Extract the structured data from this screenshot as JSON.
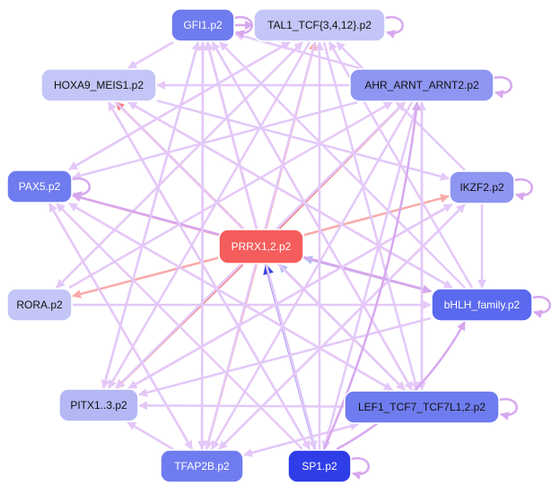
{
  "colors": {
    "pale_lilac": "#e4c8f8",
    "lilac": "#d7a8ef",
    "salmon": "#f9aaaa",
    "coral": "#f27f7f",
    "pale_blue": "#b2baf2",
    "blue": "#3844e6",
    "white_text": "#ffffff",
    "dark_text": "#111111"
  },
  "nodes": [
    {
      "id": "GFI1",
      "label": "GFI1.p2",
      "fill": "#6f7cef",
      "text": "#ffffff"
    },
    {
      "id": "TAL1",
      "label": "TAL1_TCF{3,4,12}.p2",
      "fill": "#c3c6f6",
      "text": "#111111"
    },
    {
      "id": "HOXA9",
      "label": "HOXA9_MEIS1.p2",
      "fill": "#c3c6f6",
      "text": "#111111"
    },
    {
      "id": "AHR",
      "label": "AHR_ARNT_ARNT2.p2",
      "fill": "#8e96f2",
      "text": "#111111"
    },
    {
      "id": "PAX5",
      "label": "PAX5.p2",
      "fill": "#6f7cef",
      "text": "#ffffff"
    },
    {
      "id": "IKZF2",
      "label": "IKZF2.p2",
      "fill": "#8e96f2",
      "text": "#111111"
    },
    {
      "id": "PRRX1",
      "label": "PRRX1,2.p2",
      "fill": "#f55c5c",
      "text": "#ffffff"
    },
    {
      "id": "RORA",
      "label": "RORA.p2",
      "fill": "#c3c6f6",
      "text": "#111111"
    },
    {
      "id": "BHLH",
      "label": "bHLH_family.p2",
      "fill": "#5a69ee",
      "text": "#ffffff"
    },
    {
      "id": "PITX1",
      "label": "PITX1..3.p2",
      "fill": "#b3b8f5",
      "text": "#111111"
    },
    {
      "id": "LEF1",
      "label": "LEF1_TCF7_TCF7L1,2.p2",
      "fill": "#6f7cef",
      "text": "#111111"
    },
    {
      "id": "TFAP2B",
      "label": "TFAP2B.p2",
      "fill": "#6f7cef",
      "text": "#ffffff"
    },
    {
      "id": "SP1",
      "label": "SP1.p2",
      "fill": "#2f3de8",
      "text": "#ffffff"
    }
  ],
  "self_loops": [
    "GFI1",
    "TAL1",
    "AHR",
    "PAX5",
    "IKZF2",
    "BHLH",
    "LEF1",
    "SP1"
  ],
  "edges": [
    {
      "from": "PRRX1",
      "to": "GFI1",
      "color": "salmon"
    },
    {
      "from": "PRRX1",
      "to": "TAL1",
      "color": "salmon"
    },
    {
      "from": "PRRX1",
      "to": "HOXA9",
      "color": "coral"
    },
    {
      "from": "PRRX1",
      "to": "AHR",
      "color": "coral"
    },
    {
      "from": "PRRX1",
      "to": "PAX5",
      "color": "salmon"
    },
    {
      "from": "PRRX1",
      "to": "IKZF2",
      "color": "salmon"
    },
    {
      "from": "PRRX1",
      "to": "RORA",
      "color": "salmon"
    },
    {
      "from": "PRRX1",
      "to": "BHLH",
      "color": "coral"
    },
    {
      "from": "PRRX1",
      "to": "PITX1",
      "color": "coral"
    },
    {
      "from": "PRRX1",
      "to": "LEF1",
      "color": "salmon"
    },
    {
      "from": "PRRX1",
      "to": "TFAP2B",
      "color": "salmon"
    },
    {
      "from": "SP1",
      "to": "PRRX1",
      "color": "blue",
      "width": 3
    },
    {
      "from": "LEF1",
      "to": "PRRX1",
      "color": "pale_blue"
    },
    {
      "from": "BHLH",
      "to": "PRRX1",
      "color": "pale_blue"
    },
    {
      "from": "GFI1",
      "to": "TAL1",
      "color": "lilac"
    },
    {
      "from": "GFI1",
      "to": "HOXA9",
      "color": "pale_lilac"
    },
    {
      "from": "GFI1",
      "to": "PITX1",
      "color": "pale_lilac"
    },
    {
      "from": "GFI1",
      "to": "TFAP2B",
      "color": "pale_lilac"
    },
    {
      "from": "GFI1",
      "to": "SP1",
      "color": "pale_lilac"
    },
    {
      "from": "GFI1",
      "to": "LEF1",
      "color": "pale_lilac"
    },
    {
      "from": "TAL1",
      "to": "PAX5",
      "color": "pale_lilac"
    },
    {
      "from": "TAL1",
      "to": "PITX1",
      "color": "pale_lilac"
    },
    {
      "from": "TAL1",
      "to": "LEF1",
      "color": "pale_lilac"
    },
    {
      "from": "TAL1",
      "to": "TFAP2B",
      "color": "pale_lilac"
    },
    {
      "from": "TAL1",
      "to": "RORA",
      "color": "pale_lilac"
    },
    {
      "from": "HOXA9",
      "to": "IKZF2",
      "color": "pale_lilac"
    },
    {
      "from": "HOXA9",
      "to": "BHLH",
      "color": "pale_lilac"
    },
    {
      "from": "HOXA9",
      "to": "LEF1",
      "color": "pale_lilac"
    },
    {
      "from": "HOXA9",
      "to": "SP1",
      "color": "pale_lilac"
    },
    {
      "from": "AHR",
      "to": "GFI1",
      "color": "pale_lilac"
    },
    {
      "from": "AHR",
      "to": "PAX5",
      "color": "pale_lilac"
    },
    {
      "from": "AHR",
      "to": "PITX1",
      "color": "pale_lilac"
    },
    {
      "from": "AHR",
      "to": "LEF1",
      "color": "pale_lilac"
    },
    {
      "from": "AHR",
      "to": "TFAP2B",
      "color": "pale_lilac"
    },
    {
      "from": "AHR",
      "to": "SP1",
      "color": "pale_lilac"
    },
    {
      "from": "AHR",
      "to": "HOXA9",
      "color": "pale_lilac"
    },
    {
      "from": "PAX5",
      "to": "BHLH",
      "color": "lilac"
    },
    {
      "from": "PAX5",
      "to": "TAL1",
      "color": "pale_lilac"
    },
    {
      "from": "PAX5",
      "to": "LEF1",
      "color": "pale_lilac"
    },
    {
      "from": "PAX5",
      "to": "TFAP2B",
      "color": "pale_lilac"
    },
    {
      "from": "IKZF2",
      "to": "PITX1",
      "color": "pale_lilac"
    },
    {
      "from": "IKZF2",
      "to": "TAL1",
      "color": "pale_lilac"
    },
    {
      "from": "IKZF2",
      "to": "TFAP2B",
      "color": "pale_lilac"
    },
    {
      "from": "IKZF2",
      "to": "BHLH",
      "color": "pale_lilac"
    },
    {
      "from": "RORA",
      "to": "BHLH",
      "color": "pale_lilac"
    },
    {
      "from": "RORA",
      "to": "AHR",
      "color": "pale_lilac"
    },
    {
      "from": "RORA",
      "to": "TAL1",
      "color": "pale_lilac"
    },
    {
      "from": "BHLH",
      "to": "PAX5",
      "color": "lilac"
    },
    {
      "from": "BHLH",
      "to": "HOXA9",
      "color": "pale_lilac"
    },
    {
      "from": "BHLH",
      "to": "TAL1",
      "color": "pale_lilac"
    },
    {
      "from": "BHLH",
      "to": "PITX1",
      "color": "pale_lilac"
    },
    {
      "from": "BHLH",
      "to": "GFI1",
      "color": "pale_lilac"
    },
    {
      "from": "PITX1",
      "to": "AHR",
      "color": "pale_lilac"
    },
    {
      "from": "PITX1",
      "to": "IKZF2",
      "color": "pale_lilac"
    },
    {
      "from": "PITX1",
      "to": "GFI1",
      "color": "pale_lilac"
    },
    {
      "from": "LEF1",
      "to": "GFI1",
      "color": "pale_lilac"
    },
    {
      "from": "LEF1",
      "to": "AHR",
      "color": "pale_lilac"
    },
    {
      "from": "LEF1",
      "to": "PAX5",
      "color": "pale_lilac"
    },
    {
      "from": "LEF1",
      "to": "PITX1",
      "color": "pale_lilac"
    },
    {
      "from": "LEF1",
      "to": "TFAP2B",
      "color": "pale_lilac"
    },
    {
      "from": "TFAP2B",
      "to": "PITX1",
      "color": "pale_lilac"
    },
    {
      "from": "TFAP2B",
      "to": "PAX5",
      "color": "pale_lilac"
    },
    {
      "from": "TFAP2B",
      "to": "IKZF2",
      "color": "pale_lilac"
    },
    {
      "from": "TFAP2B",
      "to": "LEF1",
      "color": "pale_lilac"
    },
    {
      "from": "TFAP2B",
      "to": "GFI1",
      "color": "pale_lilac"
    },
    {
      "from": "SP1",
      "to": "HOXA9",
      "color": "pale_lilac"
    },
    {
      "from": "SP1",
      "to": "BHLH",
      "color": "lilac",
      "curve": true
    },
    {
      "from": "SP1",
      "to": "AHR",
      "color": "lilac",
      "curve": true
    },
    {
      "from": "SP1",
      "to": "TAL1",
      "color": "pale_lilac"
    },
    {
      "from": "SP1",
      "to": "PAX5",
      "color": "pale_lilac"
    },
    {
      "from": "SP1",
      "to": "GFI1",
      "color": "pale_lilac"
    }
  ]
}
